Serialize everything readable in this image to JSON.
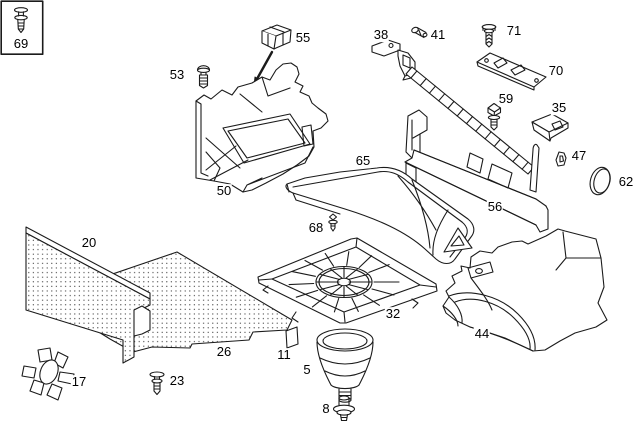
{
  "figure": {
    "kind": "exploded-parts-line-diagram",
    "background": "#ffffff",
    "line_color": "#1b1b1b"
  },
  "parts": [
    {
      "id": "69",
      "glyph": "expanding-rivet"
    },
    {
      "id": "55",
      "glyph": "clamp-bracket"
    },
    {
      "id": "53",
      "glyph": "ribbed-plug-screw"
    },
    {
      "id": "50",
      "glyph": "left-side-trim-panel"
    },
    {
      "id": "38",
      "glyph": "mounting-bracket"
    },
    {
      "id": "41",
      "glyph": "small-screw-pin"
    },
    {
      "id": "71",
      "glyph": "expanding-rivet"
    },
    {
      "id": "70",
      "glyph": "trim-strip-plate"
    },
    {
      "id": "59",
      "glyph": "expanding-clip"
    },
    {
      "id": "35",
      "glyph": "corner-bracket"
    },
    {
      "id": "47",
      "glyph": "hook-clip"
    },
    {
      "id": "62",
      "glyph": "round-plug"
    },
    {
      "id": "56",
      "glyph": "rear-end-panel"
    },
    {
      "id": "65",
      "glyph": "shelf-cover-panel"
    },
    {
      "id": "68",
      "glyph": "small-clip"
    },
    {
      "id": "32",
      "glyph": "spare-wheel-well-cover"
    },
    {
      "id": "44",
      "glyph": "right-side-trim-panel"
    },
    {
      "id": "20",
      "glyph": "partition-panel-mat"
    },
    {
      "id": "26",
      "glyph": "trunk-floor-mat"
    },
    {
      "id": "17",
      "glyph": "wing-style-fastener"
    },
    {
      "id": "23",
      "glyph": "push-rivet"
    },
    {
      "id": "11",
      "glyph": "spacer-pad"
    },
    {
      "id": "5",
      "glyph": "cup-insert"
    },
    {
      "id": "8",
      "glyph": "flanged-screw-plug"
    }
  ]
}
